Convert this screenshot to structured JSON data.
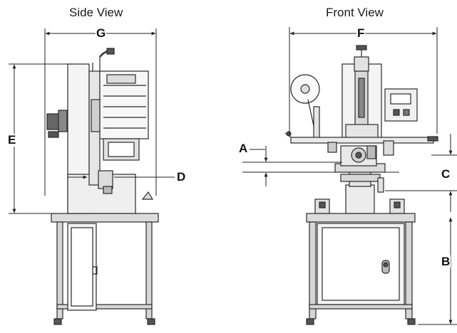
{
  "views": {
    "side_title": "Side View",
    "front_title": "Front View"
  },
  "dimensions": {
    "a": "A",
    "b": "B",
    "c": "C",
    "d": "D",
    "e": "E",
    "f": "F",
    "g": "G"
  },
  "colors": {
    "line": "#2a2a2a",
    "fill_light": "#e9e9e9",
    "fill_mid": "#cfcfcf",
    "fill_dark": "#555555"
  }
}
